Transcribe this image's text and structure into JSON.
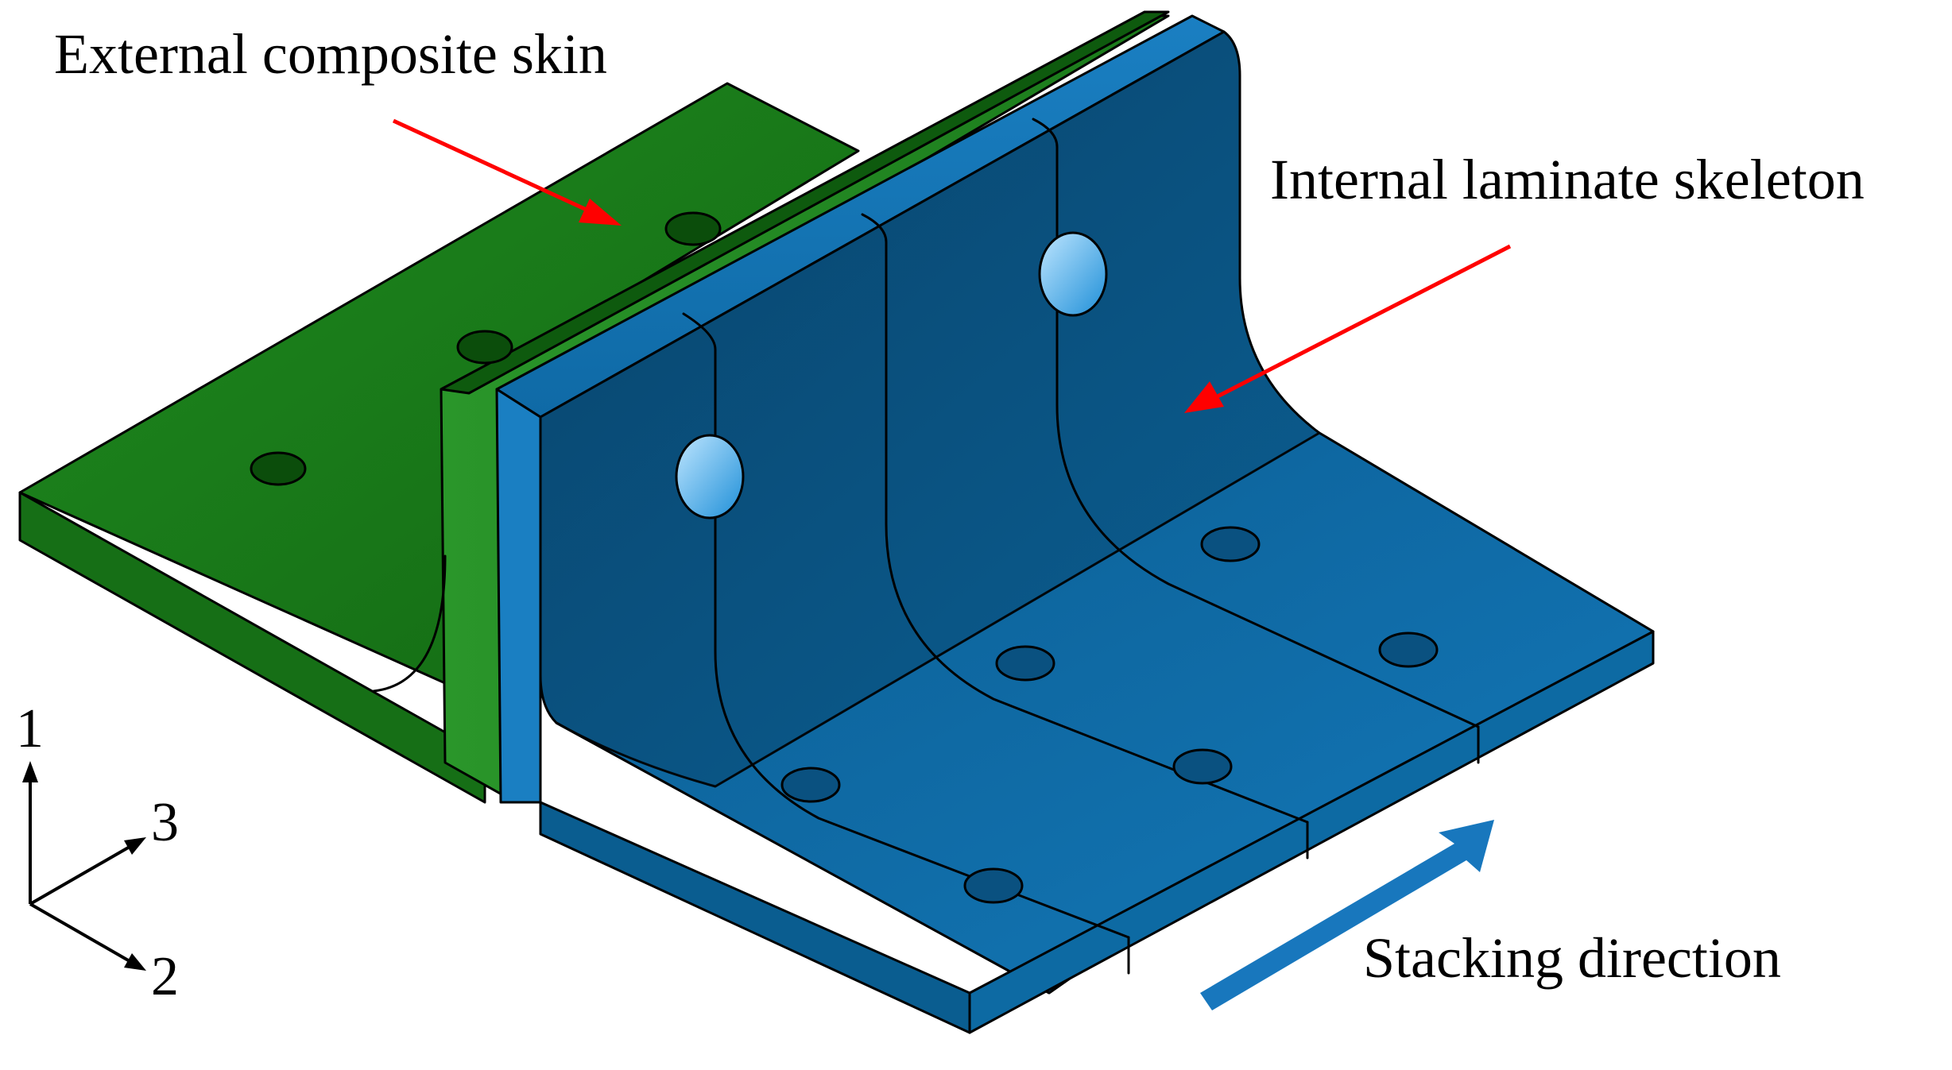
{
  "labels": {
    "external_skin": "External composite skin",
    "internal_skeleton": "Internal laminate skeleton",
    "stacking_direction": "Stacking direction"
  },
  "axes": {
    "axis_1": "1",
    "axis_2": "2",
    "axis_3": "3"
  },
  "colors": {
    "skin_green": "#1a7a1a",
    "skeleton_blue": "#0f6fa8",
    "pointer_red": "#ff0000",
    "stacking_arrow_blue": "#1877bd"
  }
}
